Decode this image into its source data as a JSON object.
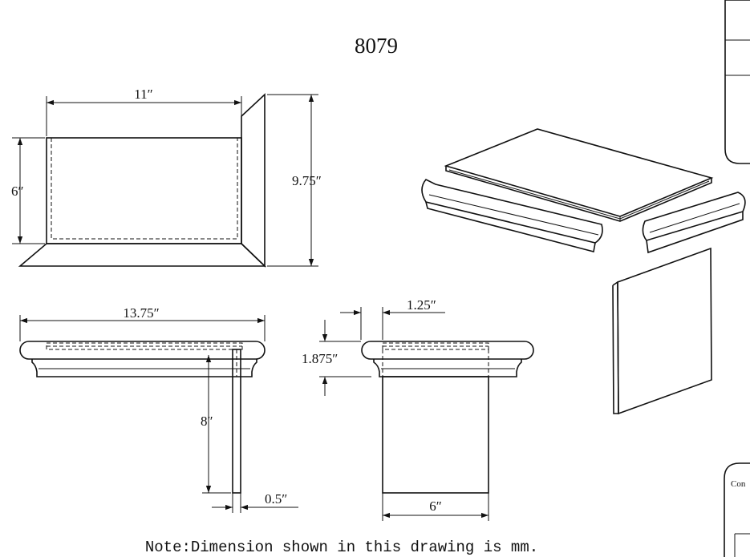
{
  "drawing": {
    "title": "8079",
    "note": "Note:Dimension shown in this drawing is mm.",
    "side_stamp_text": "Con",
    "dimensions": {
      "front_width": "11″",
      "front_height": "6″",
      "overall_height": "9.75″",
      "shelf_length": "13.75″",
      "bracket_depth": "8″",
      "board_thickness": "0.5″",
      "lip_width": "1.25″",
      "profile_height": "1.875″",
      "end_width": "6″"
    }
  }
}
